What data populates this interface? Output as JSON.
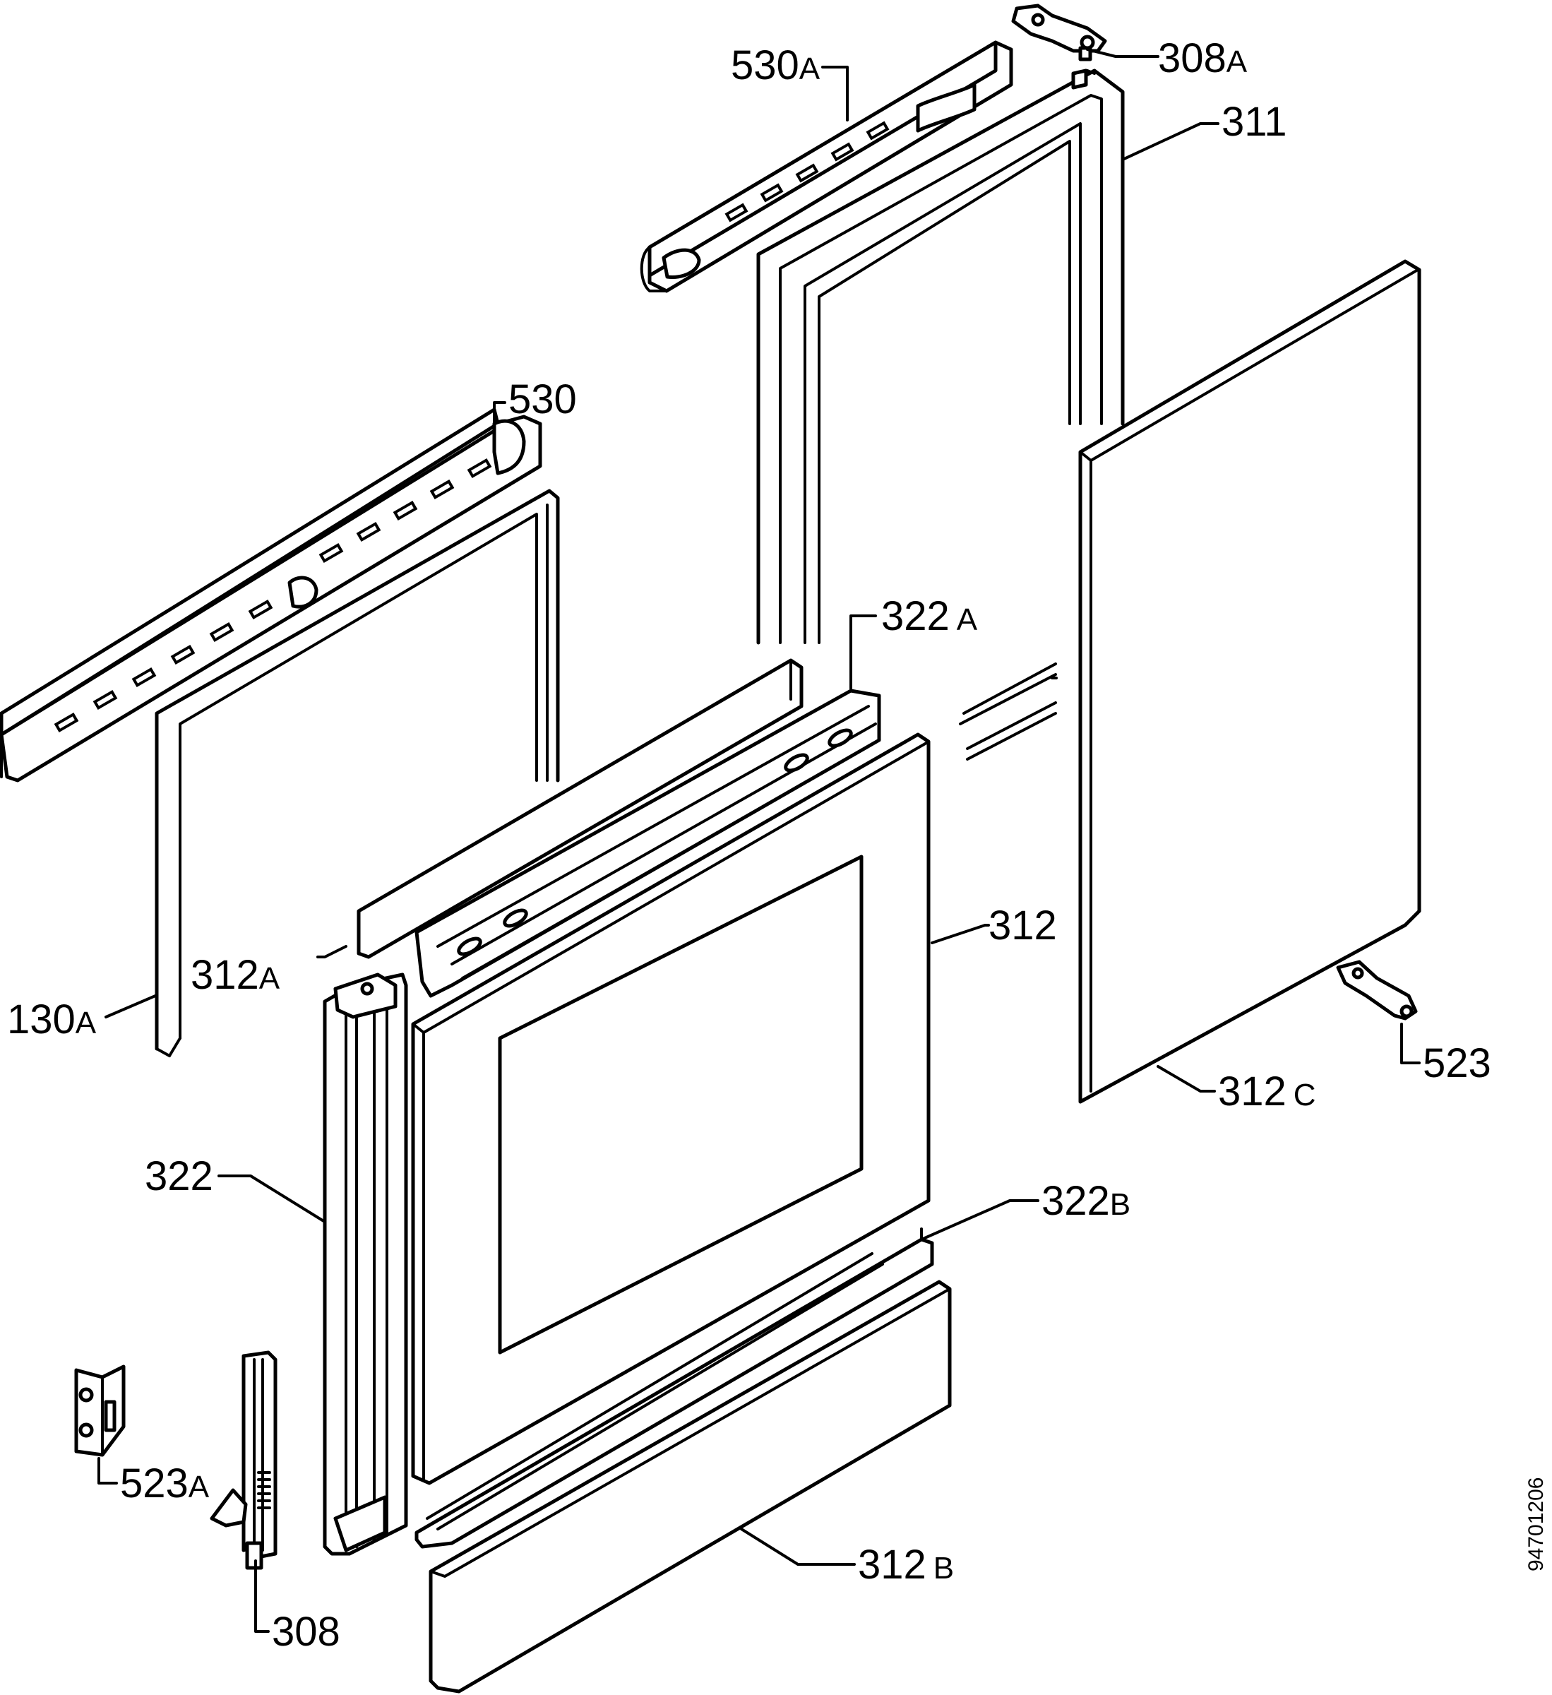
{
  "drawing_number": "94701206",
  "callouts": {
    "c_530A": {
      "num": "530",
      "sfx": "A"
    },
    "c_308A": {
      "num": "308",
      "sfx": "A"
    },
    "c_311": {
      "num": "311",
      "sfx": ""
    },
    "c_530": {
      "num": "530",
      "sfx": ""
    },
    "c_322A": {
      "num": "322",
      "sfx": "A"
    },
    "c_312": {
      "num": "312",
      "sfx": ""
    },
    "c_312A": {
      "num": "312",
      "sfx": "A"
    },
    "c_130A": {
      "num": "130",
      "sfx": "A"
    },
    "c_523": {
      "num": "523",
      "sfx": ""
    },
    "c_312C": {
      "num": "312",
      "sfx": "C"
    },
    "c_322": {
      "num": "322",
      "sfx": ""
    },
    "c_322B": {
      "num": "322",
      "sfx": "B"
    },
    "c_523A": {
      "num": "523",
      "sfx": "A"
    },
    "c_312B": {
      "num": "312",
      "sfx": "B"
    },
    "c_308": {
      "num": "308",
      "sfx": ""
    }
  }
}
